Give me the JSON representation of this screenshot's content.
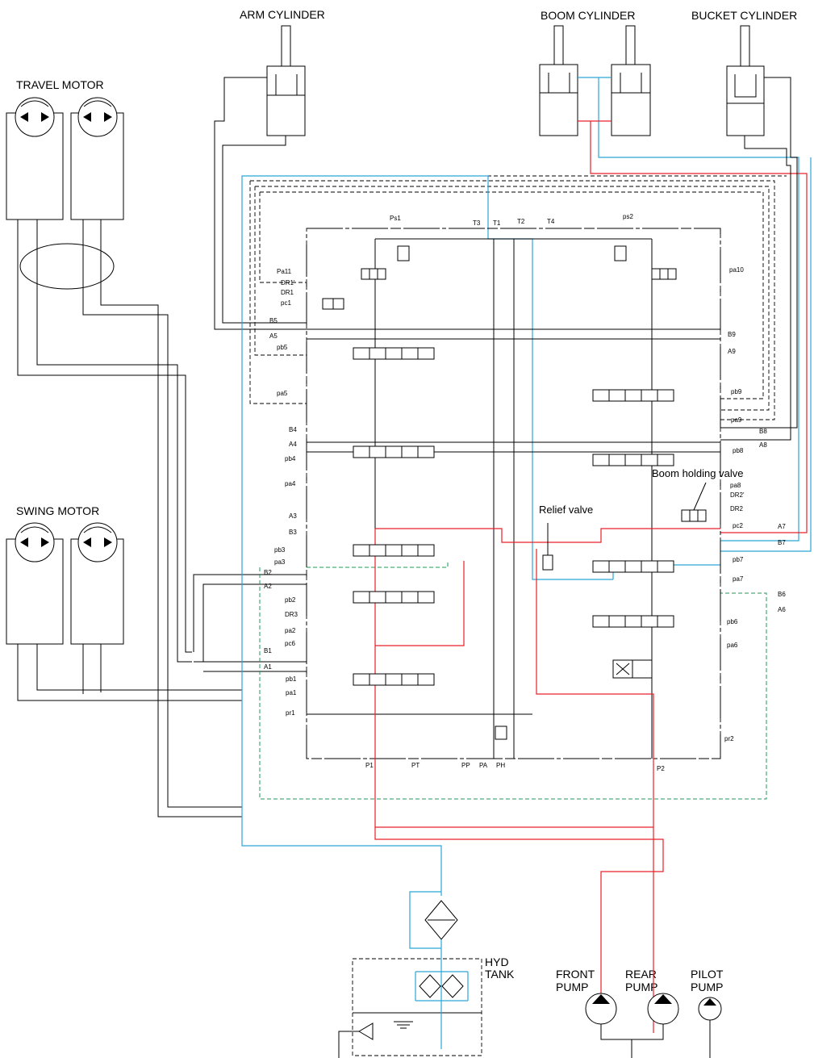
{
  "labels": {
    "arm_cylinder": "ARM CYLINDER",
    "boom_cylinder": "BOOM CYLINDER",
    "bucket_cylinder": "BUCKET CYLINDER",
    "travel_motor": "TRAVEL MOTOR",
    "swing_motor": "SWING MOTOR",
    "hyd_tank_1": "HYD",
    "hyd_tank_2": "TANK",
    "front_pump_1": "FRONT",
    "front_pump_2": "PUMP",
    "rear_pump_1": "REAR",
    "rear_pump_2": "PUMP",
    "pilot_pump_1": "PILOT",
    "pilot_pump_2": "PUMP",
    "boom_holding_valve": "Boom holding valve",
    "relief_valve": "Relief valve"
  },
  "ports": {
    "ps1": "Ps1",
    "t3": "T3",
    "t1": "T1",
    "t2": "T2",
    "t4": "T4",
    "ps2": "ps2",
    "pa11": "Pa11",
    "dr1p": "DR1'",
    "dr1": "DR1",
    "pc1": "pc1",
    "b5": "B5",
    "a5": "A5",
    "pb5": "pb5",
    "pa5": "pa5",
    "b4": "B4",
    "a4": "A4",
    "pb4": "pb4",
    "pa4": "pa4",
    "a3": "A3",
    "b3": "B3",
    "pb3": "pb3",
    "pa3": "pa3",
    "b2": "B2",
    "a2": "A2",
    "pb2": "pb2",
    "dr3": "DR3",
    "pa2": "pa2",
    "pc6": "pc6",
    "b1": "B1",
    "a1": "A1",
    "pb1": "pb1",
    "pa1": "pa1",
    "pr1": "pr1",
    "p1": "P1",
    "pt": "PT",
    "pp": "PP",
    "pa": "PA",
    "ph": "PH",
    "p2": "P2",
    "pa10": "pa10",
    "b9": "B9",
    "a9": "A9",
    "pb9": "pb9",
    "pa9": "pa9",
    "b8": "B8",
    "a8": "A8",
    "pb8": "pb8",
    "pa8": "pa8",
    "dr2p": "DR2'",
    "dr2": "DR2",
    "pc2": "pc2",
    "a7": "A7",
    "b7": "B7",
    "pb7": "pb7",
    "pa7": "pa7",
    "b6": "B6",
    "a6": "A6",
    "pb6": "pb6",
    "pa6": "pa6",
    "pr2": "pr2"
  },
  "colors": {
    "line": "#000000",
    "high_pressure": "#e8202a",
    "return": "#2aa6d8",
    "pilot": "#1f9a55"
  }
}
